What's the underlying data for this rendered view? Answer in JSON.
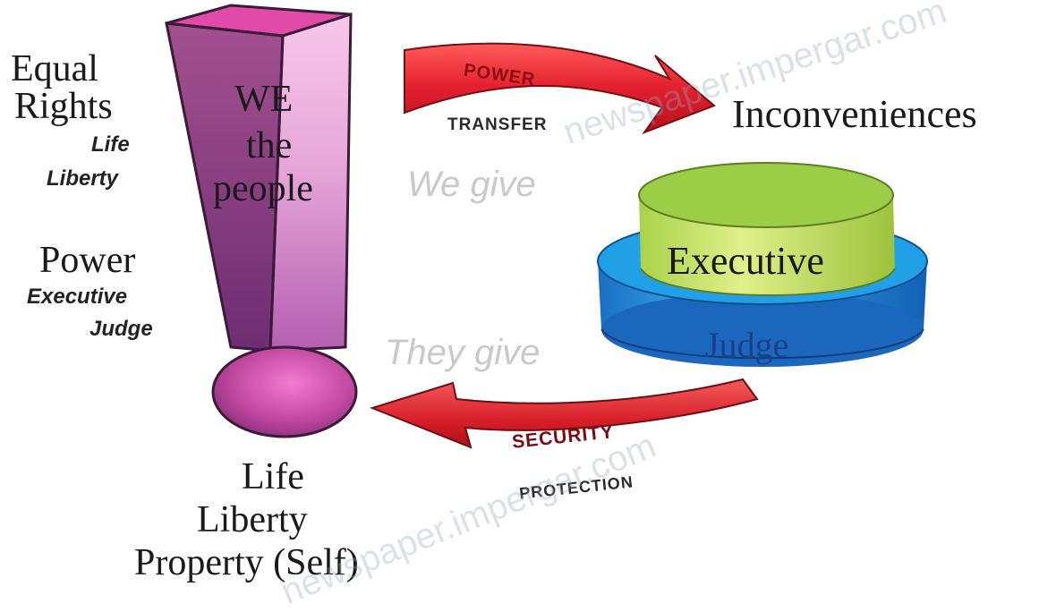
{
  "left_panel": {
    "equal_rights": [
      "Equal",
      "Rights"
    ],
    "rights_items": [
      "Life",
      "Liberty"
    ],
    "power_label": "Power",
    "power_items": [
      "Executive",
      "Judge"
    ]
  },
  "exclamation": {
    "lines": [
      "WE",
      "the",
      "people"
    ]
  },
  "bottom_labels": [
    "Life",
    "Liberty",
    "Property (Self)"
  ],
  "top_arrow": {
    "main_label": "POWER",
    "sub_label": "TRANSFER"
  },
  "bottom_arrow": {
    "main_label": "SECURITY",
    "sub_label": "PROTECTION"
  },
  "inconveniences_label": "Inconveniences",
  "ghost_texts": {
    "we_give": "We give",
    "they_give": "They give"
  },
  "government_cylinder": {
    "top_tier": "Executive",
    "bottom_tier": "Judge"
  },
  "watermark": "newspaper.impergar.com",
  "colors": {
    "arrow_red": "#e3202e",
    "exclamation_magenta": "#d64fa6",
    "executive_green": "#b8dd55",
    "judge_blue": "#2a9de0"
  }
}
